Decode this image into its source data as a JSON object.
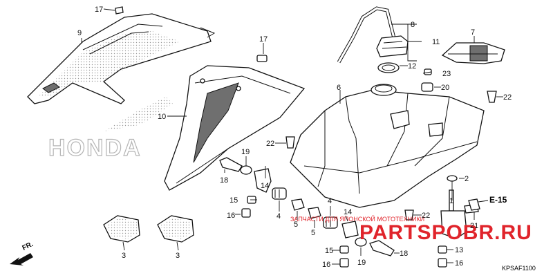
{
  "diagram": {
    "code": "KPSAF1100",
    "ref_label": "E-15",
    "direction_label": "FR.",
    "watermark_brand": "HONDA",
    "watermark_text": "ЗАПЧАСТИ ДЛЯ ЯПОНСКОЙ МОТОТЕХНИКИ",
    "watermark_logo": "PARTSPOBR.RU",
    "watermark_color": "#e0242b"
  },
  "callouts": {
    "c1": "1",
    "c2": "2",
    "c3a": "3",
    "c3b": "3",
    "c4a": "4",
    "c4b": "4",
    "c5a": "5",
    "c5b": "5",
    "c6": "6",
    "c7": "7",
    "c8": "8",
    "c9": "9",
    "c10": "10",
    "c11": "11",
    "c12": "12",
    "c13": "13",
    "c14a": "14",
    "c14b": "14",
    "c15a": "15",
    "c15b": "15",
    "c16a": "16",
    "c16b": "16",
    "c16c": "16",
    "c17a": "17",
    "c17b": "17",
    "c18a": "18",
    "c18b": "18",
    "c19a": "19",
    "c19b": "19",
    "c20": "20",
    "c21": "21",
    "c22a": "22",
    "c22b": "22",
    "c22c": "22",
    "c23": "23"
  },
  "icons": [
    "arrow-icon"
  ]
}
